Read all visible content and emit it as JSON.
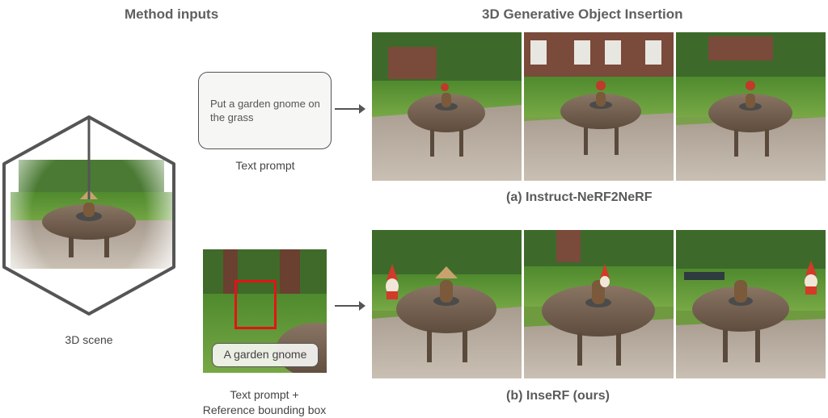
{
  "headings": {
    "inputs": "Method inputs",
    "outputs": "3D Generative Object Insertion"
  },
  "scene": {
    "caption": "3D scene"
  },
  "text_prompt": {
    "prompt_text": "Put a garden gnome on the grass",
    "caption": "Text prompt"
  },
  "bbox_prompt": {
    "box_text": "A garden gnome",
    "caption_line1": "Text prompt +",
    "caption_line2": "Reference bounding box"
  },
  "rows": [
    {
      "label": "(a)   Instruct-NeRF2NeRF"
    },
    {
      "label": "(b)   InseRF (ours)"
    }
  ],
  "colors": {
    "bbox": "#e01515",
    "grass": "#5f8f3a",
    "hedge": "#3f6a2a",
    "brick": "#7a4a3a",
    "pavement": "#b9ada0",
    "table": "#7a6656",
    "gnome_hat": "#d23a2a"
  }
}
